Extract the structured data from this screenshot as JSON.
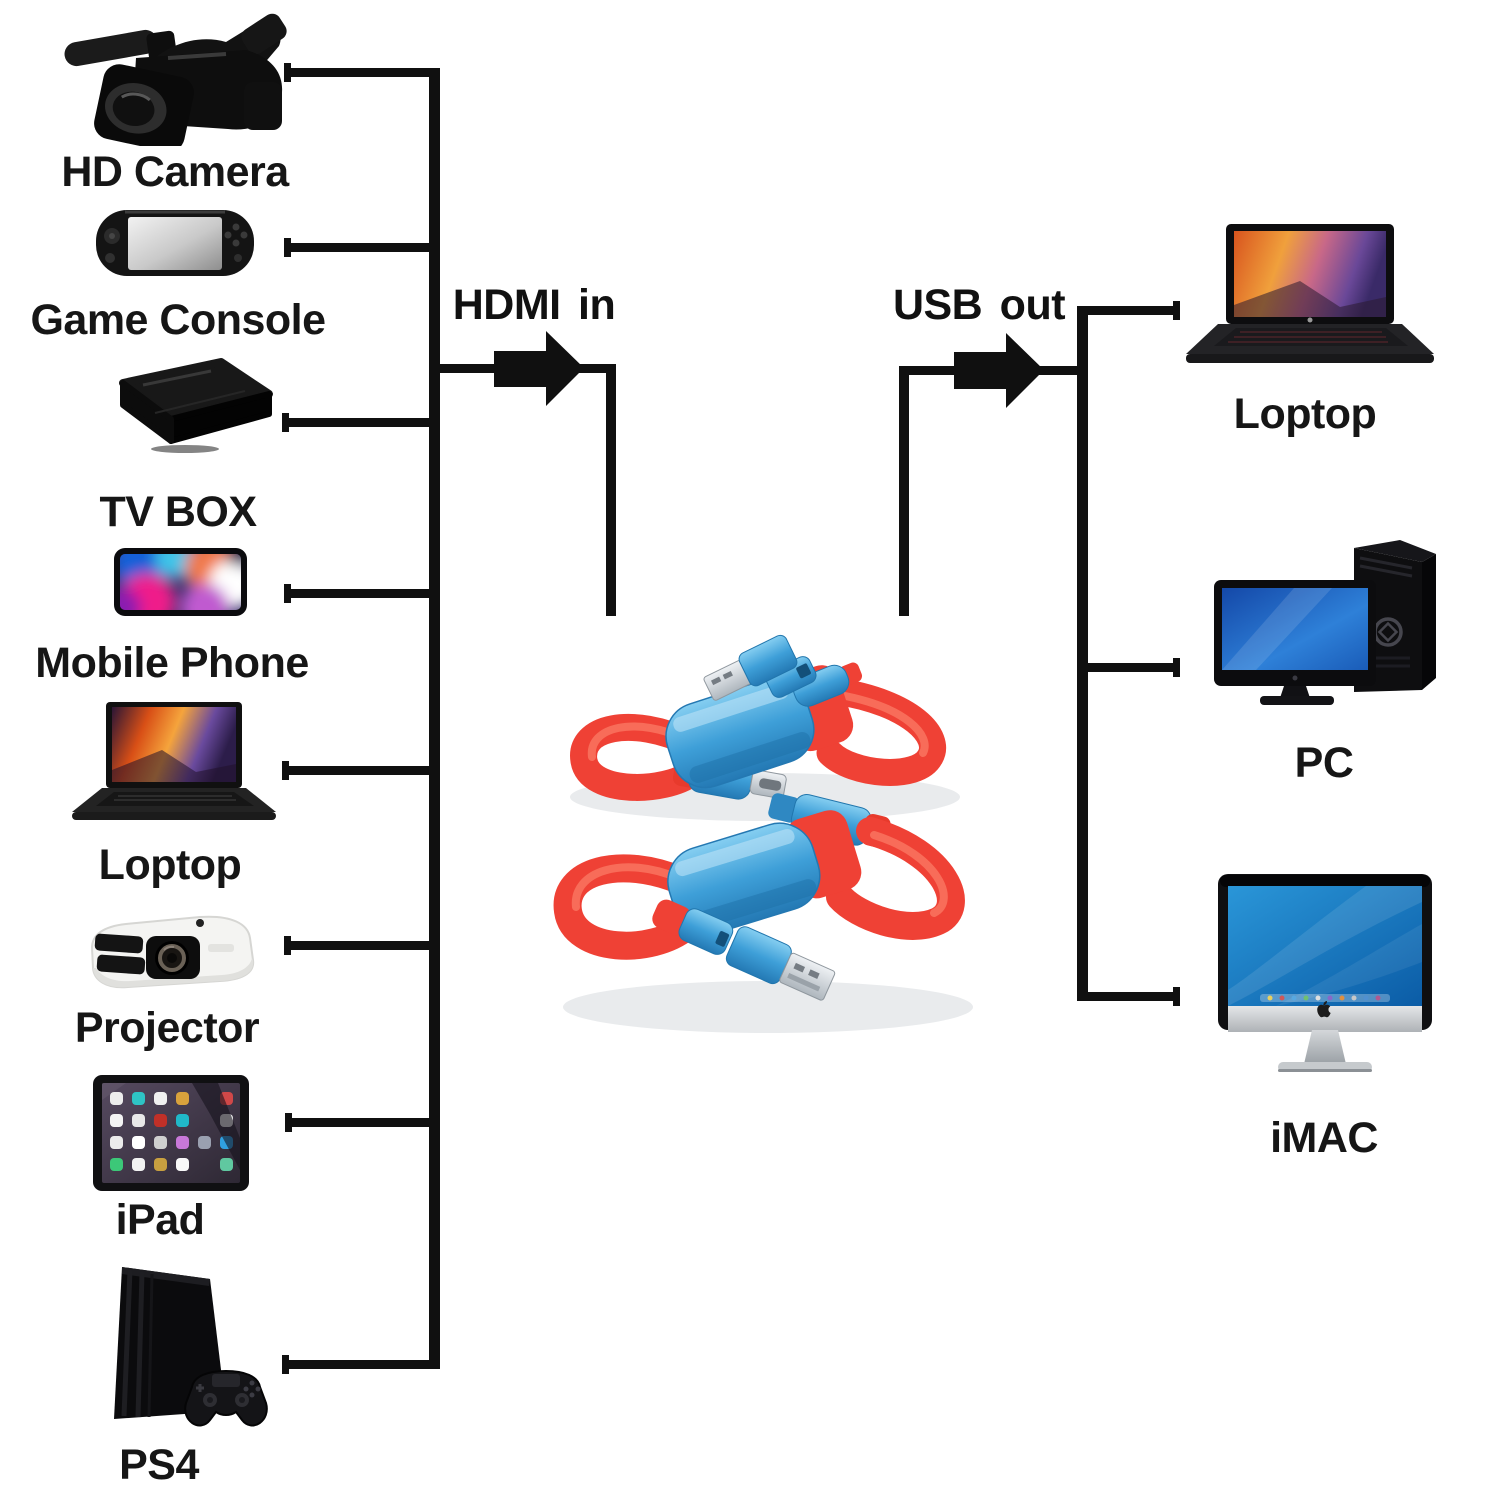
{
  "diagram": {
    "hdmi_label": "HDMI in",
    "usb_label": "USB out",
    "line_color": "#101010"
  },
  "sources": {
    "items": [
      {
        "label": "HD Camera",
        "icon": "hd-camera-icon"
      },
      {
        "label": "Game Console",
        "icon": "game-console-icon"
      },
      {
        "label": "TV BOX",
        "icon": "tv-box-icon"
      },
      {
        "label": "Mobile Phone",
        "icon": "mobile-phone-icon"
      },
      {
        "label": "Loptop",
        "icon": "laptop-icon"
      },
      {
        "label": "Projector",
        "icon": "projector-icon"
      },
      {
        "label": "iPad",
        "icon": "ipad-icon"
      },
      {
        "label": "PS4",
        "icon": "ps4-icon"
      }
    ]
  },
  "outputs": {
    "items": [
      {
        "label": "Loptop",
        "icon": "laptop-icon"
      },
      {
        "label": "PC",
        "icon": "pc-icon"
      },
      {
        "label": "iMAC",
        "icon": "imac-icon"
      }
    ]
  },
  "product": {
    "name": "usb-to-hdmi-capture-adapters",
    "colors": {
      "body_blue": "#3e9fd8",
      "cable_red": "#ef4135",
      "metal_silver": "#ccd2d8"
    }
  }
}
